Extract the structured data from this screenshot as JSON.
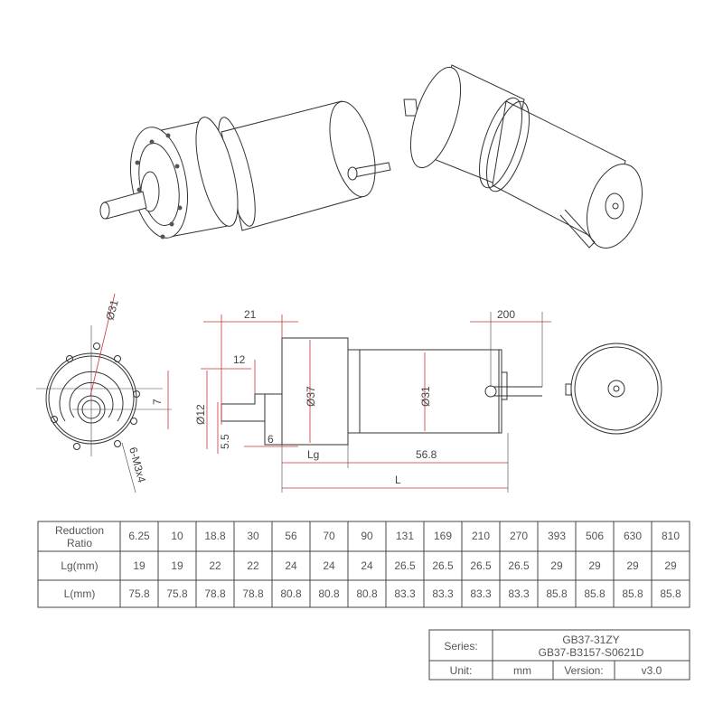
{
  "dimensions": {
    "front_bolt_circle": "Ø31",
    "front_offset": "7",
    "front_holes": "6-M3x4",
    "shaft_total": "21",
    "shaft_flat": "12",
    "shaft_diameter": "Ø12",
    "flat_depth": "5.5",
    "boss_length": "6",
    "gearbox_diameter": "Ø37",
    "motor_diameter": "Ø31",
    "cable_length": "200",
    "gearbox_length": "Lg",
    "motor_length": "56.8",
    "total_length": "L"
  },
  "ratio_table": {
    "row_labels": [
      "Reduction\nRatio",
      "Lg(mm)",
      "L(mm)"
    ],
    "label_lines": [
      "Reduction",
      "Ratio"
    ],
    "ratio": [
      "6.25",
      "10",
      "18.8",
      "30",
      "56",
      "70",
      "90",
      "131",
      "169",
      "210",
      "270",
      "393",
      "506",
      "630",
      "810"
    ],
    "lg": [
      "19",
      "19",
      "22",
      "22",
      "24",
      "24",
      "24",
      "26.5",
      "26.5",
      "26.5",
      "26.5",
      "29",
      "29",
      "29",
      "29"
    ],
    "l": [
      "75.8",
      "75.8",
      "78.8",
      "78.8",
      "80.8",
      "80.8",
      "80.8",
      "83.3",
      "83.3",
      "83.3",
      "83.3",
      "85.8",
      "85.8",
      "85.8",
      "85.8"
    ]
  },
  "title_block": {
    "series_label": "Series:",
    "series_line1": "GB37-31ZY",
    "series_line2": "GB37-B3157-S0621D",
    "unit_label": "Unit:",
    "unit_value": "mm",
    "version_label": "Version:",
    "version_value": "v3.0"
  },
  "colors": {
    "dimension": "#cc3333",
    "line": "#333333"
  }
}
